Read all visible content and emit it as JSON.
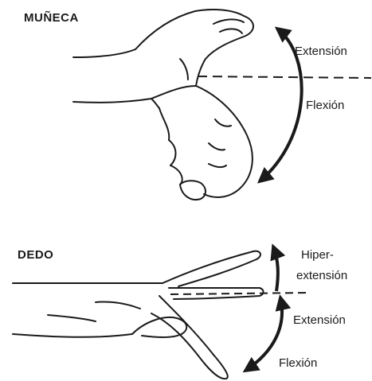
{
  "wrist": {
    "title": "MUÑECA",
    "extension_label": "Extensión",
    "flexion_label": "Flexión"
  },
  "finger": {
    "title": "DEDO",
    "hyperextension_label_line1": "Hiper-",
    "hyperextension_label_line2": "extensión",
    "extension_label": "Extensión",
    "flexion_label": "Flexión"
  },
  "colors": {
    "ink": "#1a1a1a",
    "background": "#ffffff"
  }
}
